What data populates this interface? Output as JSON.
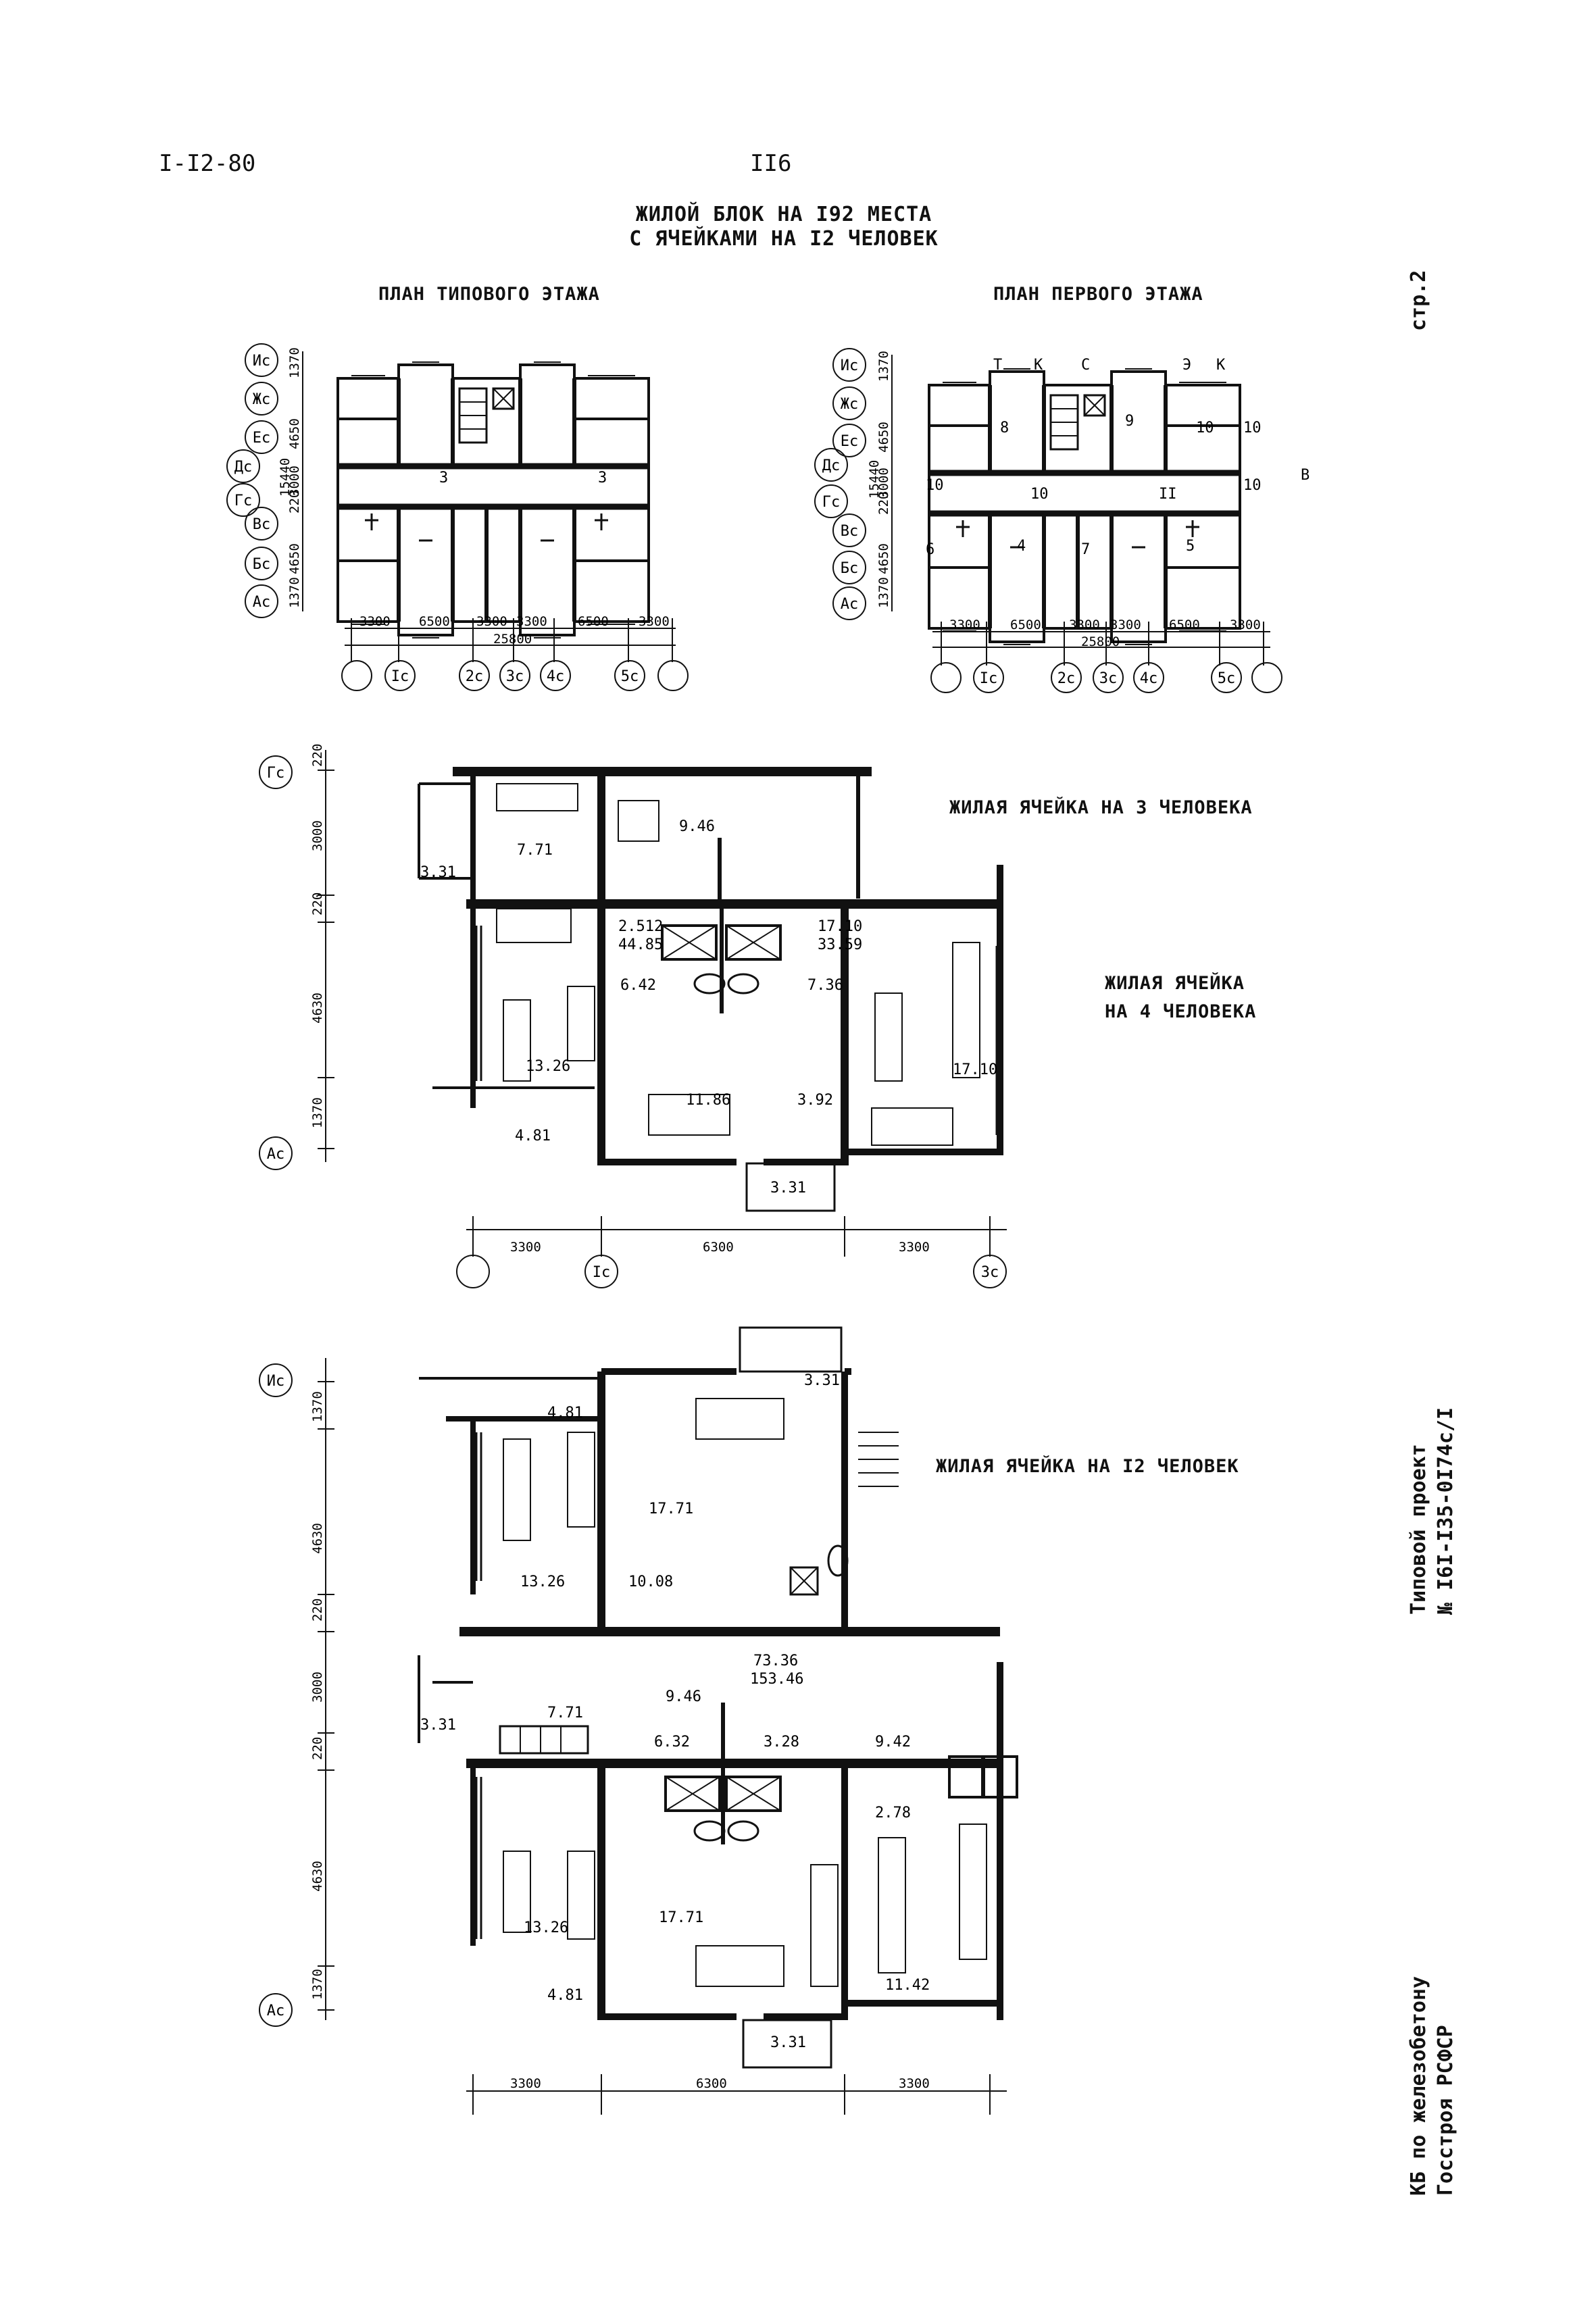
{
  "header": {
    "doc_code": "I-I2-80",
    "page_number": "II6",
    "sheet": "стр.2"
  },
  "title": {
    "line1": "ЖИЛОЙ БЛОК НА I92 МЕСТА",
    "line2": "С ЯЧЕЙКАМИ НА I2 ЧЕЛОВЕК"
  },
  "plans": {
    "typical_floor": "ПЛАН ТИПОВОГО ЭТАЖА",
    "first_floor": "ПЛАН ПЕРВОГО ЭТАЖА",
    "row_axes": [
      "Ис",
      "Жс",
      "Ес",
      "Дс",
      "Гс",
      "Вс",
      "Бс",
      "Ас"
    ],
    "row_dims": [
      "1370",
      "4650",
      "15440",
      "3000",
      "220",
      "4650",
      "1370"
    ],
    "col_dims": [
      "3300",
      "6500",
      "3300",
      "3300",
      "6500",
      "3300"
    ],
    "total_width": "25800",
    "col_axes": [
      "",
      "Iс",
      "2с",
      "3с",
      "4с",
      "5с",
      ""
    ],
    "first_floor_marks": [
      "Т",
      "К",
      "С",
      "Э",
      "К",
      "В"
    ],
    "typical_rooms": [
      "3",
      "3"
    ],
    "first_rooms": [
      "8",
      "9",
      "10",
      "10",
      "10",
      "10",
      "10",
      "II",
      "4",
      "7",
      "5",
      "6"
    ]
  },
  "cell_3_4": {
    "label_3": "ЖИЛАЯ ЯЧЕЙКА НА 3 ЧЕЛОВЕКА",
    "label_4_line1": "ЖИЛАЯ ЯЧЕЙКА",
    "label_4_line2": "НА 4 ЧЕЛОВЕКА",
    "row_axes": [
      "Гс",
      "Ас"
    ],
    "row_dims": [
      "220",
      "3000",
      "220",
      "4630",
      "1370"
    ],
    "col_dims": [
      "3300",
      "6300",
      "3300"
    ],
    "col_axes": [
      "",
      "Iс",
      "3с"
    ],
    "areas": [
      "9.46",
      "7.71",
      "3.31",
      "2.512",
      "44.85",
      "17.10",
      "33.59",
      "6.42",
      "7.36",
      "13.26",
      "11.86",
      "3.92",
      "17.10",
      "4.81",
      "3.31"
    ]
  },
  "cell_12": {
    "label": "ЖИЛАЯ ЯЧЕЙКА НА I2 ЧЕЛОВЕК",
    "row_axes": [
      "Ис",
      "Ас"
    ],
    "row_dims": [
      "1370",
      "4630",
      "220",
      "3000",
      "220",
      "4630",
      "1370"
    ],
    "col_dims": [
      "3300",
      "6300",
      "3300"
    ],
    "areas": [
      "3.31",
      "4.81",
      "17.71",
      "13.26",
      "10.08",
      "73.36",
      "153.46",
      "9.46",
      "7.71",
      "3.31",
      "6.32",
      "3.28",
      "9.42",
      "2.78",
      "13.26",
      "17.71",
      "4.81",
      "11.42",
      "3.31"
    ]
  },
  "stamp": {
    "project_line1": "Типовой проект",
    "project_line2": "№ I6I-I35-0I74с/I",
    "org_line1": "КБ по железобетону",
    "org_line2": "Госстроя РСФСР"
  }
}
